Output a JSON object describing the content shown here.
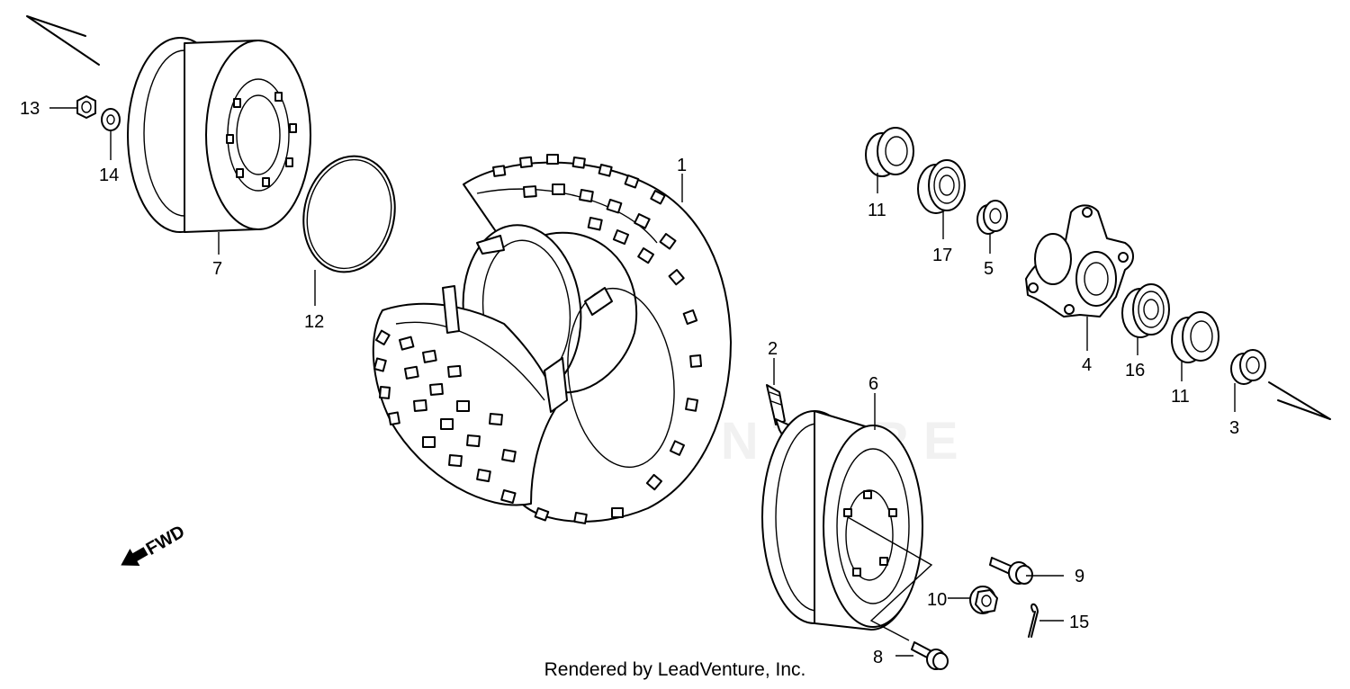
{
  "footer": "Rendered by LeadVenture, Inc.",
  "fwd_label": "FWD",
  "watermark_text": "LEADVENTURE",
  "callouts": {
    "p1": "1",
    "p2": "2",
    "p3": "3",
    "p4": "4",
    "p5": "5",
    "p6": "6",
    "p7": "7",
    "p8": "8",
    "p9": "9",
    "p10": "10",
    "p11a": "11",
    "p11b": "11",
    "p12": "12",
    "p13": "13",
    "p14": "14",
    "p15": "15",
    "p16": "16",
    "p17": "17"
  }
}
